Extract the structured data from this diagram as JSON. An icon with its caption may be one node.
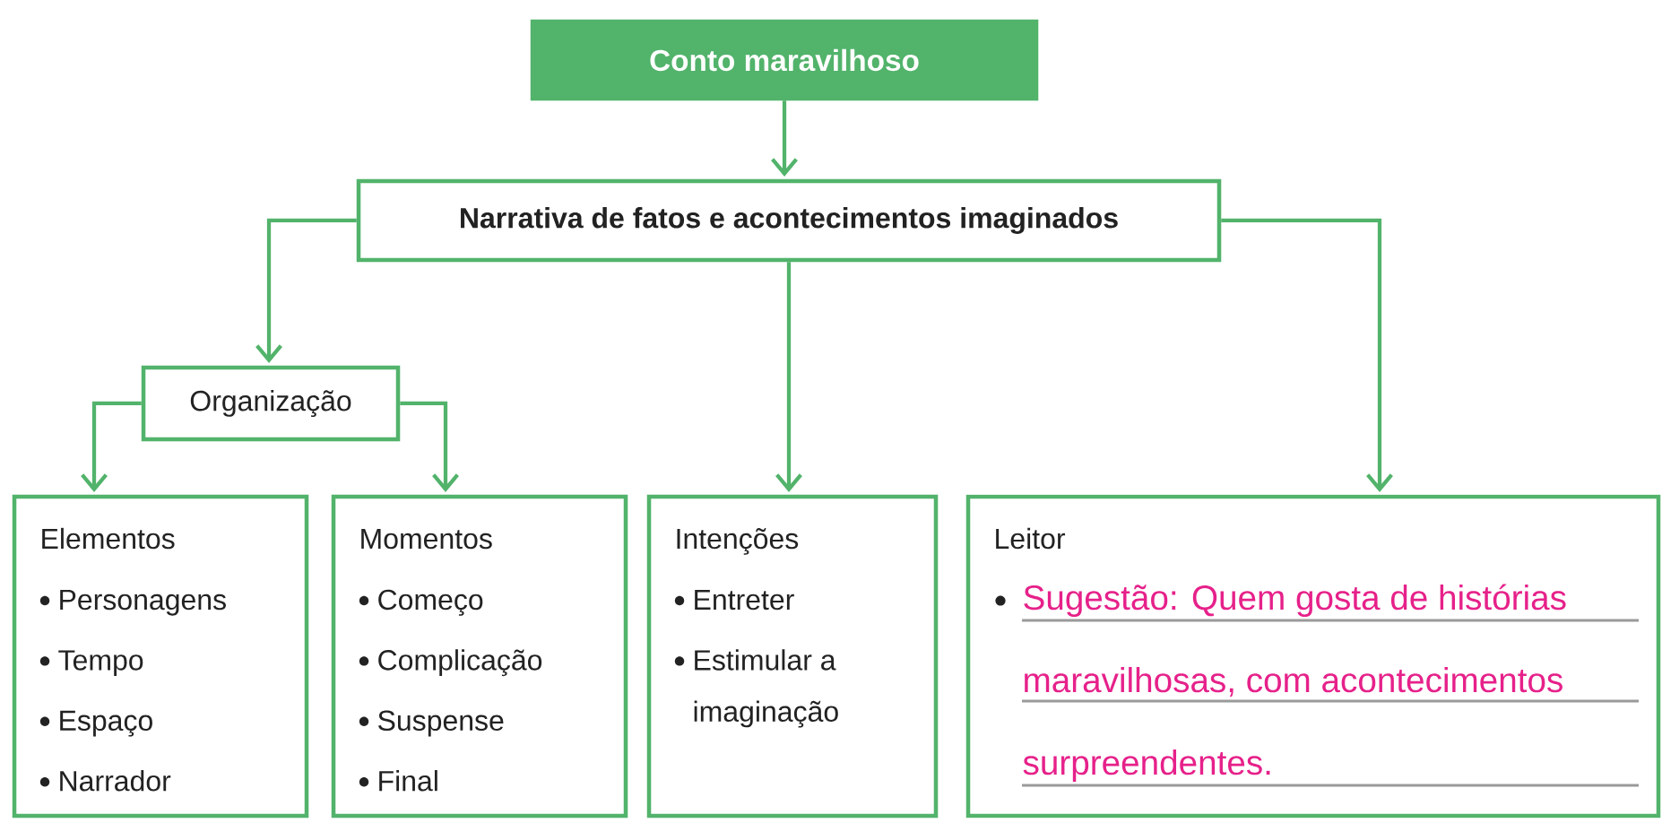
{
  "diagram": {
    "nodes": [
      {
        "text": [
          "Conto maravilhoso"
        ]
      },
      {
        "text": [
          "Narrativa de fatos e acontecimentos imaginados"
        ]
      },
      {
        "text": [
          "Organização"
        ]
      },
      {
        "text": [
          "Elementos",
          "Personagens",
          "Tempo",
          "Espaço",
          "Narrador"
        ]
      },
      {
        "text": [
          "Momentos",
          "Começo",
          "Complicação",
          "Suspense",
          "Final"
        ]
      },
      {
        "text": [
          "Intenções",
          "Entreter",
          "Estimular a imaginação"
        ]
      },
      {
        "text": [
          "Leitor",
          "Sugestão: Quem gosta de histórias maravilhosas, com acontecimentos surpreendentes."
        ]
      }
    ],
    "edges": [
      {
        "from": 0,
        "to": 1,
        "arrow": "to"
      },
      {
        "from": 1,
        "to": 2,
        "arrow": "to"
      },
      {
        "from": 1,
        "to": 5,
        "arrow": "to"
      },
      {
        "from": 1,
        "to": 6,
        "arrow": "to"
      },
      {
        "from": 2,
        "to": 3,
        "arrow": "to"
      },
      {
        "from": 2,
        "to": 4,
        "arrow": "to"
      }
    ]
  }
}
